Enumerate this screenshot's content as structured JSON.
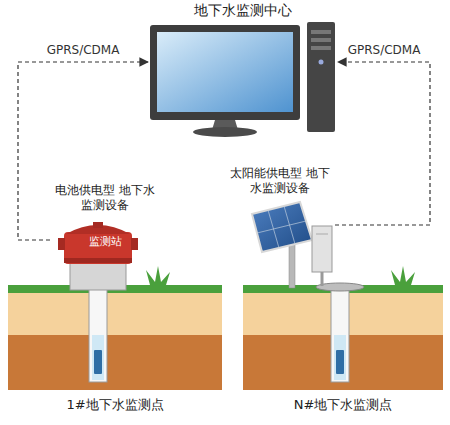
{
  "diagram": {
    "nodes": [
      {
        "text": [
          "地下水监测中心"
        ]
      },
      {
        "text": [
          "电池供电型 地下水监测设备",
          "监测站"
        ]
      },
      {
        "text": [
          "太阳能供电型 地下水监测设备"
        ]
      }
    ],
    "edges": [
      {
        "from": 1,
        "to": 0,
        "label": "GPRS/CDMA",
        "arrow": "to"
      },
      {
        "from": 2,
        "to": 0,
        "label": "GPRS/CDMA",
        "arrow": "to"
      }
    ],
    "labels": [
      "1#地下水监测点",
      "N#地下水监测点"
    ]
  }
}
